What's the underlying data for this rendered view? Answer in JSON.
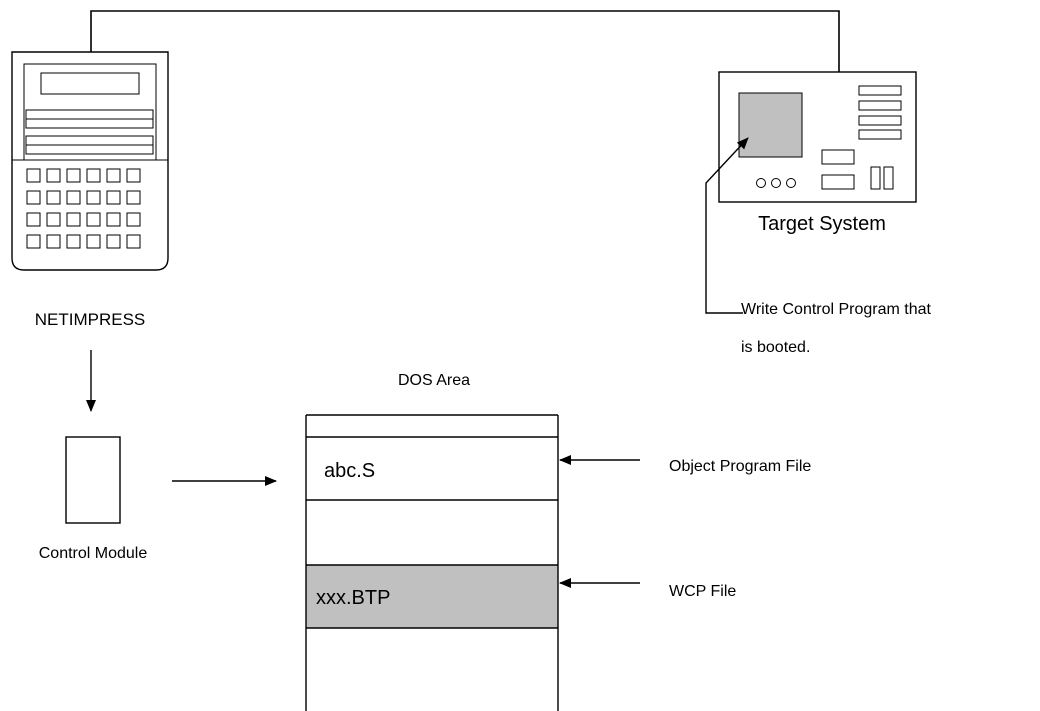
{
  "labels": {
    "netimpress": "NETIMPRESS",
    "target_system": "Target System",
    "write_note_line1": "Write Control Program that",
    "write_note_line2": "is booted.",
    "dos_area": "DOS Area",
    "control_module": "Control Module",
    "object_program_file": "Object Program File",
    "wcp_file": "WCP File"
  },
  "dos_entries": {
    "object_file": "abc.S",
    "wcp_file": "xxx.BTP"
  },
  "colors": {
    "line": "#000000",
    "highlight_fill": "#c0c0c0",
    "background": "#ffffff"
  }
}
